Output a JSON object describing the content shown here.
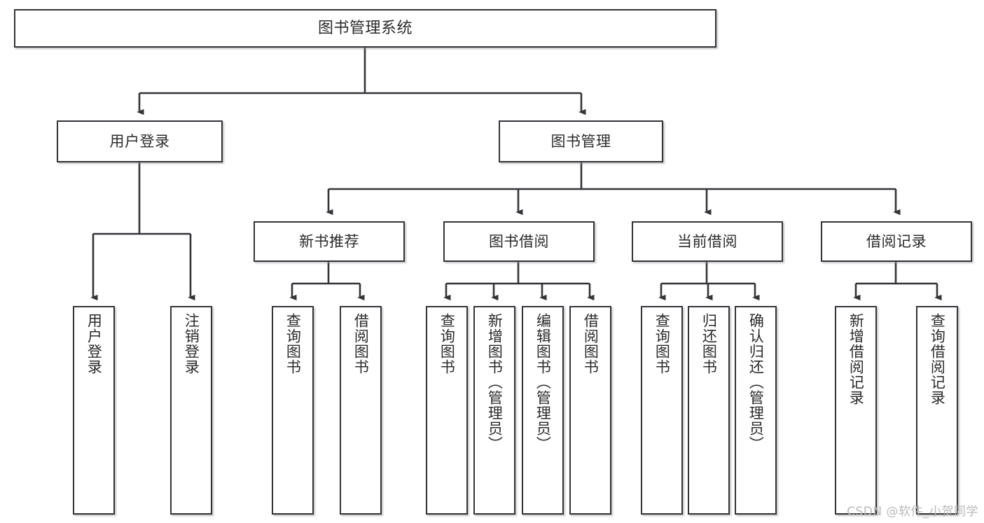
{
  "diagram": {
    "title": "图书管理系统",
    "type": "hierarchy-tree",
    "root": {
      "label": "图书管理系统"
    },
    "level2": [
      {
        "label": "用户登录"
      },
      {
        "label": "图书管理"
      }
    ],
    "level3": [
      {
        "label": "新书推荐"
      },
      {
        "label": "图书借阅"
      },
      {
        "label": "当前借阅"
      },
      {
        "label": "借阅记录"
      }
    ],
    "leaves": {
      "user_login": [
        {
          "label": "用户登录"
        },
        {
          "label": "注销登录"
        }
      ],
      "new_book_recommend": [
        {
          "label": "查询图书"
        },
        {
          "label": "借阅图书"
        }
      ],
      "book_borrow": [
        {
          "label": "查询图书"
        },
        {
          "label": "新增图书（管理员）"
        },
        {
          "label": "编辑图书（管理员）"
        },
        {
          "label": "借阅图书"
        }
      ],
      "current_borrow": [
        {
          "label": "查询图书"
        },
        {
          "label": "归还图书"
        },
        {
          "label": "确认归还（管理员）"
        }
      ],
      "borrow_record": [
        {
          "label": "新增借阅记录"
        },
        {
          "label": "查询借阅记录"
        }
      ]
    }
  },
  "watermark": {
    "text": "CSDN @软件_小贺同学"
  },
  "colors": {
    "stroke": "#33333a",
    "fill": "#ffffff",
    "text": "#2b2b2b",
    "watermark": "#b9b9b9"
  }
}
